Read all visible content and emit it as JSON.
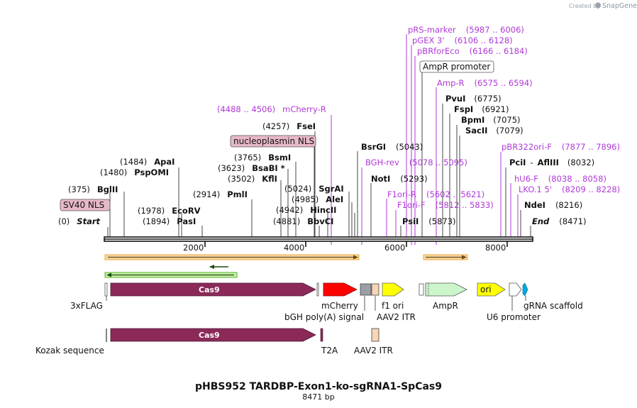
{
  "watermark": {
    "created_by": "Created by",
    "app": "SnapGene"
  },
  "plasmid": {
    "name": "pHBS952 TARDBP-Exon1-ko-sgRNA1-SpCas9",
    "length": "8471 bp",
    "total_bp": 8471
  },
  "ruler": {
    "ticks": [
      "2000",
      "4000",
      "6000",
      "8000"
    ]
  },
  "ends": {
    "start_pos": "(0)",
    "start_label": "Start",
    "end_label": "End",
    "end_pos": "(8471)"
  },
  "sites": {
    "bglii": {
      "pos": "(375)",
      "name": "BglII"
    },
    "apai": {
      "pos": "(1484)",
      "name": "ApaI"
    },
    "pspomi": {
      "pos": "(1480)",
      "name": "PspOMI"
    },
    "ecorv": {
      "pos": "(1978)",
      "name": "EcoRV"
    },
    "pasi": {
      "pos": "(1894)",
      "name": "PasI"
    },
    "pmli": {
      "pos": "(2914)",
      "name": "PmlI"
    },
    "bsmi": {
      "pos": "(3765)",
      "name": "BsmI"
    },
    "bsabi": {
      "pos": "(3623)",
      "name": "BsaBI *"
    },
    "kfli": {
      "pos": "(3502)",
      "name": "KflI"
    },
    "fsei": {
      "pos": "(4257)",
      "name": "FseI"
    },
    "sgrai": {
      "pos": "(5024)",
      "name": "SgrAI"
    },
    "alei": {
      "pos": "(4985)",
      "name": "AleI"
    },
    "hincii": {
      "pos": "(4942)",
      "name": "HincII"
    },
    "bbvci": {
      "pos": "(4881)",
      "name": "BbvCI"
    },
    "bsrgi": {
      "name": "BsrGI",
      "pos": "(5043)"
    },
    "noti": {
      "name": "NotI",
      "pos": "(5293)"
    },
    "psii": {
      "name": "PsiI",
      "pos": "(5873)"
    },
    "pvui": {
      "name": "PvuI",
      "pos": "(6775)"
    },
    "fspi": {
      "name": "FspI",
      "pos": "(6921)"
    },
    "bpmi": {
      "name": "BpmI",
      "pos": "(7075)"
    },
    "sacii": {
      "name": "SacII",
      "pos": "(7079)"
    },
    "pcii": {
      "name": "PciI",
      "dash": "-",
      "name2": "AflIII",
      "pos": "(8032)"
    },
    "ndei": {
      "name": "NdeI",
      "pos": "(8216)"
    }
  },
  "primers": {
    "mcherry_r": {
      "range": "(4488 .. 4506)",
      "name": "mCherry-R"
    },
    "rs_marker": {
      "name": "pRS-marker",
      "range": "(5987 .. 6006)"
    },
    "pgex3": {
      "name": "pGEX 3'",
      "range": "(6106 .. 6128)"
    },
    "pbrforeco": {
      "name": "pBRforEco",
      "range": "(6166 .. 6184)"
    },
    "amp_r": {
      "name": "Amp-R",
      "range": "(6575 .. 6594)"
    },
    "bgh_rev": {
      "name": "BGH-rev",
      "range": "(5078 .. 5095)"
    },
    "f1ori_r": {
      "name": "F1ori-R",
      "range": "(5602 .. 5621)"
    },
    "f1ori_f": {
      "name": "F1ori-F",
      "range": "(5812 .. 5833)"
    },
    "pbr322ori_f": {
      "name": "pBR322ori-F",
      "range": "(7877 .. 7896)"
    },
    "hu6_f": {
      "name": "hU6-F",
      "range": "(8038 .. 8058)"
    },
    "lko1_5": {
      "name": "LKO.1 5'",
      "range": "(8209 .. 8228)"
    }
  },
  "boxed_labels": {
    "sv40_nls": "SV40 NLS",
    "nucleoplasmin_nls": "nucleoplasmin NLS",
    "ampr_promoter": "AmpR promoter"
  },
  "features_row1": {
    "three_xflag": "3xFLAG",
    "cas9": "Cas9",
    "mcherry": "mCherry",
    "bgh_polya": "bGH poly(A) signal",
    "f1_ori": "f1 ori",
    "aav2_itr": "AAV2 ITR",
    "ampr": "AmpR",
    "ori": "ori",
    "u6_promoter": "U6 promoter",
    "grna_scaffold": "gRNA scaffold"
  },
  "features_row2": {
    "kozak": "Kozak sequence",
    "cas9": "Cas9",
    "t2a": "T2A",
    "aav2_itr": "AAV2 ITR"
  },
  "colors": {
    "cas9": "#8b2a58",
    "mcherry": "#ff0000",
    "bgh": "#9aa0a6",
    "itr": "#f7d5b5",
    "f1ori": "#ffff00",
    "ampr": "#ccf5cc",
    "ori": "#ffff00",
    "grna": "#00a9e0",
    "primer": "#b038d8",
    "orf_orange": "#f0a830",
    "orf_green": "#5ab42c",
    "boxed_pink": "#e8b8c8"
  }
}
